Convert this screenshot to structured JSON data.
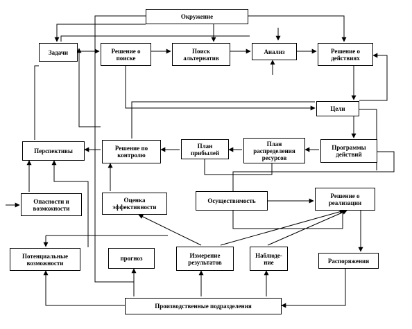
{
  "nodes": {
    "env": "Окружение",
    "tasks": "Задачи",
    "search_dec": "Решение о\nпоиске",
    "search_alt": "Поиск\nальтернатив",
    "analysis": "Анализ",
    "action_dec": "Решение о\nдействиях",
    "goals": "Цели",
    "perspectives": "Перспективы",
    "control_dec": "Решение по\nконтролю",
    "profit_plans": "План\nприбылей",
    "resource_plans": "План\nраспределения\nресурсов",
    "programs": "Программы\nдействий",
    "dangers": "Опасности и\nвозможности",
    "efficiency": "Оценка\nэффективности",
    "feasibility": "Осуществимость",
    "impl_dec": "Решение о\nреализации",
    "potential": "Потенциальные\nвозможности",
    "forecast": "прогноз",
    "measure": "Измерение\nрезультатов",
    "observation": "Наблюде-\nние",
    "orders": "Распоряжения",
    "production": "Производственные подразделения"
  }
}
